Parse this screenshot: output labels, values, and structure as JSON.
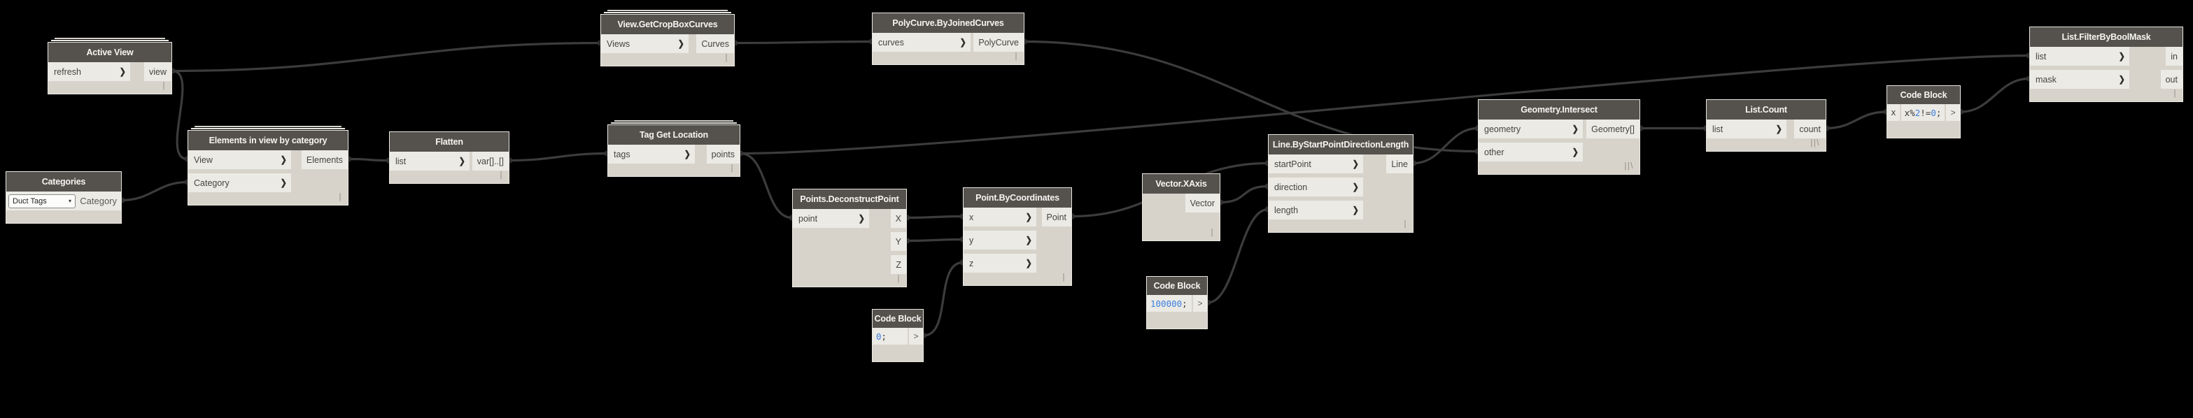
{
  "app": "Dynamo visual programming graph",
  "colors": {
    "background": "#000000",
    "wire": "#3c3c3c",
    "node_header": "#55524d",
    "node_body": "#d7d3cb",
    "port_cell": "#eceae5",
    "code_number": "#3b7fe0"
  },
  "icons": {
    "chevron_right": "❯",
    "dropdown_caret": "▾"
  },
  "nodes": [
    {
      "id": "active-view",
      "title": "Active View",
      "inputs": [
        "refresh"
      ],
      "outputs": [
        "view"
      ],
      "lacing": "|",
      "stacked": true
    },
    {
      "id": "categories",
      "title": "Categories",
      "type": "dropdown",
      "dropdown_value": "Duct Tags",
      "inputs": [],
      "outputs": [
        "Category"
      ],
      "lacing": ""
    },
    {
      "id": "elements-in-view-by-category",
      "title": "Elements in view by category",
      "inputs": [
        "View",
        "Category"
      ],
      "outputs": [
        "Elements"
      ],
      "lacing": "|",
      "stacked": true
    },
    {
      "id": "flatten",
      "title": "Flatten",
      "inputs": [
        "list"
      ],
      "outputs": [
        "var[]..[]"
      ],
      "lacing": "|"
    },
    {
      "id": "view-getcropboxcurves",
      "title": "View.GetCropBoxCurves",
      "inputs": [
        "Views"
      ],
      "outputs": [
        "Curves"
      ],
      "lacing": "|",
      "stacked": true
    },
    {
      "id": "polycurve-byjoinedcurves",
      "title": "PolyCurve.ByJoinedCurves",
      "inputs": [
        "curves"
      ],
      "outputs": [
        "PolyCurve"
      ],
      "lacing": "|"
    },
    {
      "id": "tag-get-location",
      "title": "Tag Get Location",
      "inputs": [
        "tags"
      ],
      "outputs": [
        "points"
      ],
      "lacing": "|",
      "stacked": true
    },
    {
      "id": "points-deconstructpoint",
      "title": "Points.DeconstructPoint",
      "inputs": [
        "point"
      ],
      "outputs": [
        "X",
        "Y",
        "Z"
      ],
      "lacing": "|"
    },
    {
      "id": "point-bycoordinates",
      "title": "Point.ByCoordinates",
      "inputs": [
        "x",
        "y",
        "z"
      ],
      "outputs": [
        "Point"
      ],
      "lacing": "|"
    },
    {
      "id": "codeblock-zero",
      "title": "Code Block",
      "type": "codeblock",
      "code": [
        [
          "0",
          "num"
        ],
        [
          ";",
          "plain"
        ]
      ],
      "inputs": [],
      "outputs": [
        ">"
      ],
      "lacing": ""
    },
    {
      "id": "vector-xaxis",
      "title": "Vector.XAxis",
      "inputs": [],
      "outputs": [
        "Vector"
      ],
      "lacing": "|"
    },
    {
      "id": "codeblock-length",
      "title": "Code Block",
      "type": "codeblock",
      "code": [
        [
          "100000",
          "num"
        ],
        [
          ";",
          "plain"
        ]
      ],
      "inputs": [],
      "outputs": [
        ">"
      ],
      "lacing": ""
    },
    {
      "id": "line-bystartpointdirectionlength",
      "title": "Line.ByStartPointDirectionLength",
      "inputs": [
        "startPoint",
        "direction",
        "length"
      ],
      "outputs": [
        "Line"
      ],
      "lacing": "|"
    },
    {
      "id": "geometry-intersect",
      "title": "Geometry.Intersect",
      "inputs": [
        "geometry",
        "other"
      ],
      "outputs": [
        "Geometry[]"
      ],
      "lacing": "||\\"
    },
    {
      "id": "list-count",
      "title": "List.Count",
      "inputs": [
        "list"
      ],
      "outputs": [
        "count"
      ],
      "lacing": "||\\"
    },
    {
      "id": "codeblock-mask",
      "title": "Code Block",
      "type": "codeblock",
      "code_input": "x",
      "code": [
        [
          "x%",
          "plain"
        ],
        [
          "2",
          "num"
        ],
        [
          "!=",
          "plain"
        ],
        [
          "0",
          "num"
        ],
        [
          ";",
          "plain"
        ]
      ],
      "inputs": [
        "x"
      ],
      "outputs": [
        ">"
      ],
      "lacing": ""
    },
    {
      "id": "list-filterbyboolmask",
      "title": "List.FilterByBoolMask",
      "inputs": [
        "list",
        "mask"
      ],
      "outputs": [
        "in",
        "out"
      ],
      "lacing": "|"
    }
  ],
  "connections": [
    {
      "from": "active-view",
      "fromPort": 0,
      "to": "view-getcropboxcurves",
      "toPort": 0
    },
    {
      "from": "active-view",
      "fromPort": 0,
      "to": "elements-in-view-by-category",
      "toPort": 0
    },
    {
      "from": "categories",
      "fromPort": 0,
      "to": "elements-in-view-by-category",
      "toPort": 1
    },
    {
      "from": "elements-in-view-by-category",
      "fromPort": 0,
      "to": "flatten",
      "toPort": 0
    },
    {
      "from": "flatten",
      "fromPort": 0,
      "to": "tag-get-location",
      "toPort": 0
    },
    {
      "from": "view-getcropboxcurves",
      "fromPort": 0,
      "to": "polycurve-byjoinedcurves",
      "toPort": 0
    },
    {
      "from": "polycurve-byjoinedcurves",
      "fromPort": 0,
      "to": "geometry-intersect",
      "toPort": 1
    },
    {
      "from": "tag-get-location",
      "fromPort": 0,
      "to": "points-deconstructpoint",
      "toPort": 0
    },
    {
      "from": "tag-get-location",
      "fromPort": 0,
      "to": "list-filterbyboolmask",
      "toPort": 0
    },
    {
      "from": "points-deconstructpoint",
      "fromPort": 0,
      "to": "point-bycoordinates",
      "toPort": 0
    },
    {
      "from": "points-deconstructpoint",
      "fromPort": 1,
      "to": "point-bycoordinates",
      "toPort": 1
    },
    {
      "from": "codeblock-zero",
      "fromPort": 0,
      "to": "point-bycoordinates",
      "toPort": 2
    },
    {
      "from": "point-bycoordinates",
      "fromPort": 0,
      "to": "line-bystartpointdirectionlength",
      "toPort": 0
    },
    {
      "from": "vector-xaxis",
      "fromPort": 0,
      "to": "line-bystartpointdirectionlength",
      "toPort": 1
    },
    {
      "from": "codeblock-length",
      "fromPort": 0,
      "to": "line-bystartpointdirectionlength",
      "toPort": 2
    },
    {
      "from": "line-bystartpointdirectionlength",
      "fromPort": 0,
      "to": "geometry-intersect",
      "toPort": 0
    },
    {
      "from": "geometry-intersect",
      "fromPort": 0,
      "to": "list-count",
      "toPort": 0
    },
    {
      "from": "list-count",
      "fromPort": 0,
      "to": "codeblock-mask",
      "toPort": 0
    },
    {
      "from": "codeblock-mask",
      "fromPort": 0,
      "to": "list-filterbyboolmask",
      "toPort": 1
    }
  ]
}
